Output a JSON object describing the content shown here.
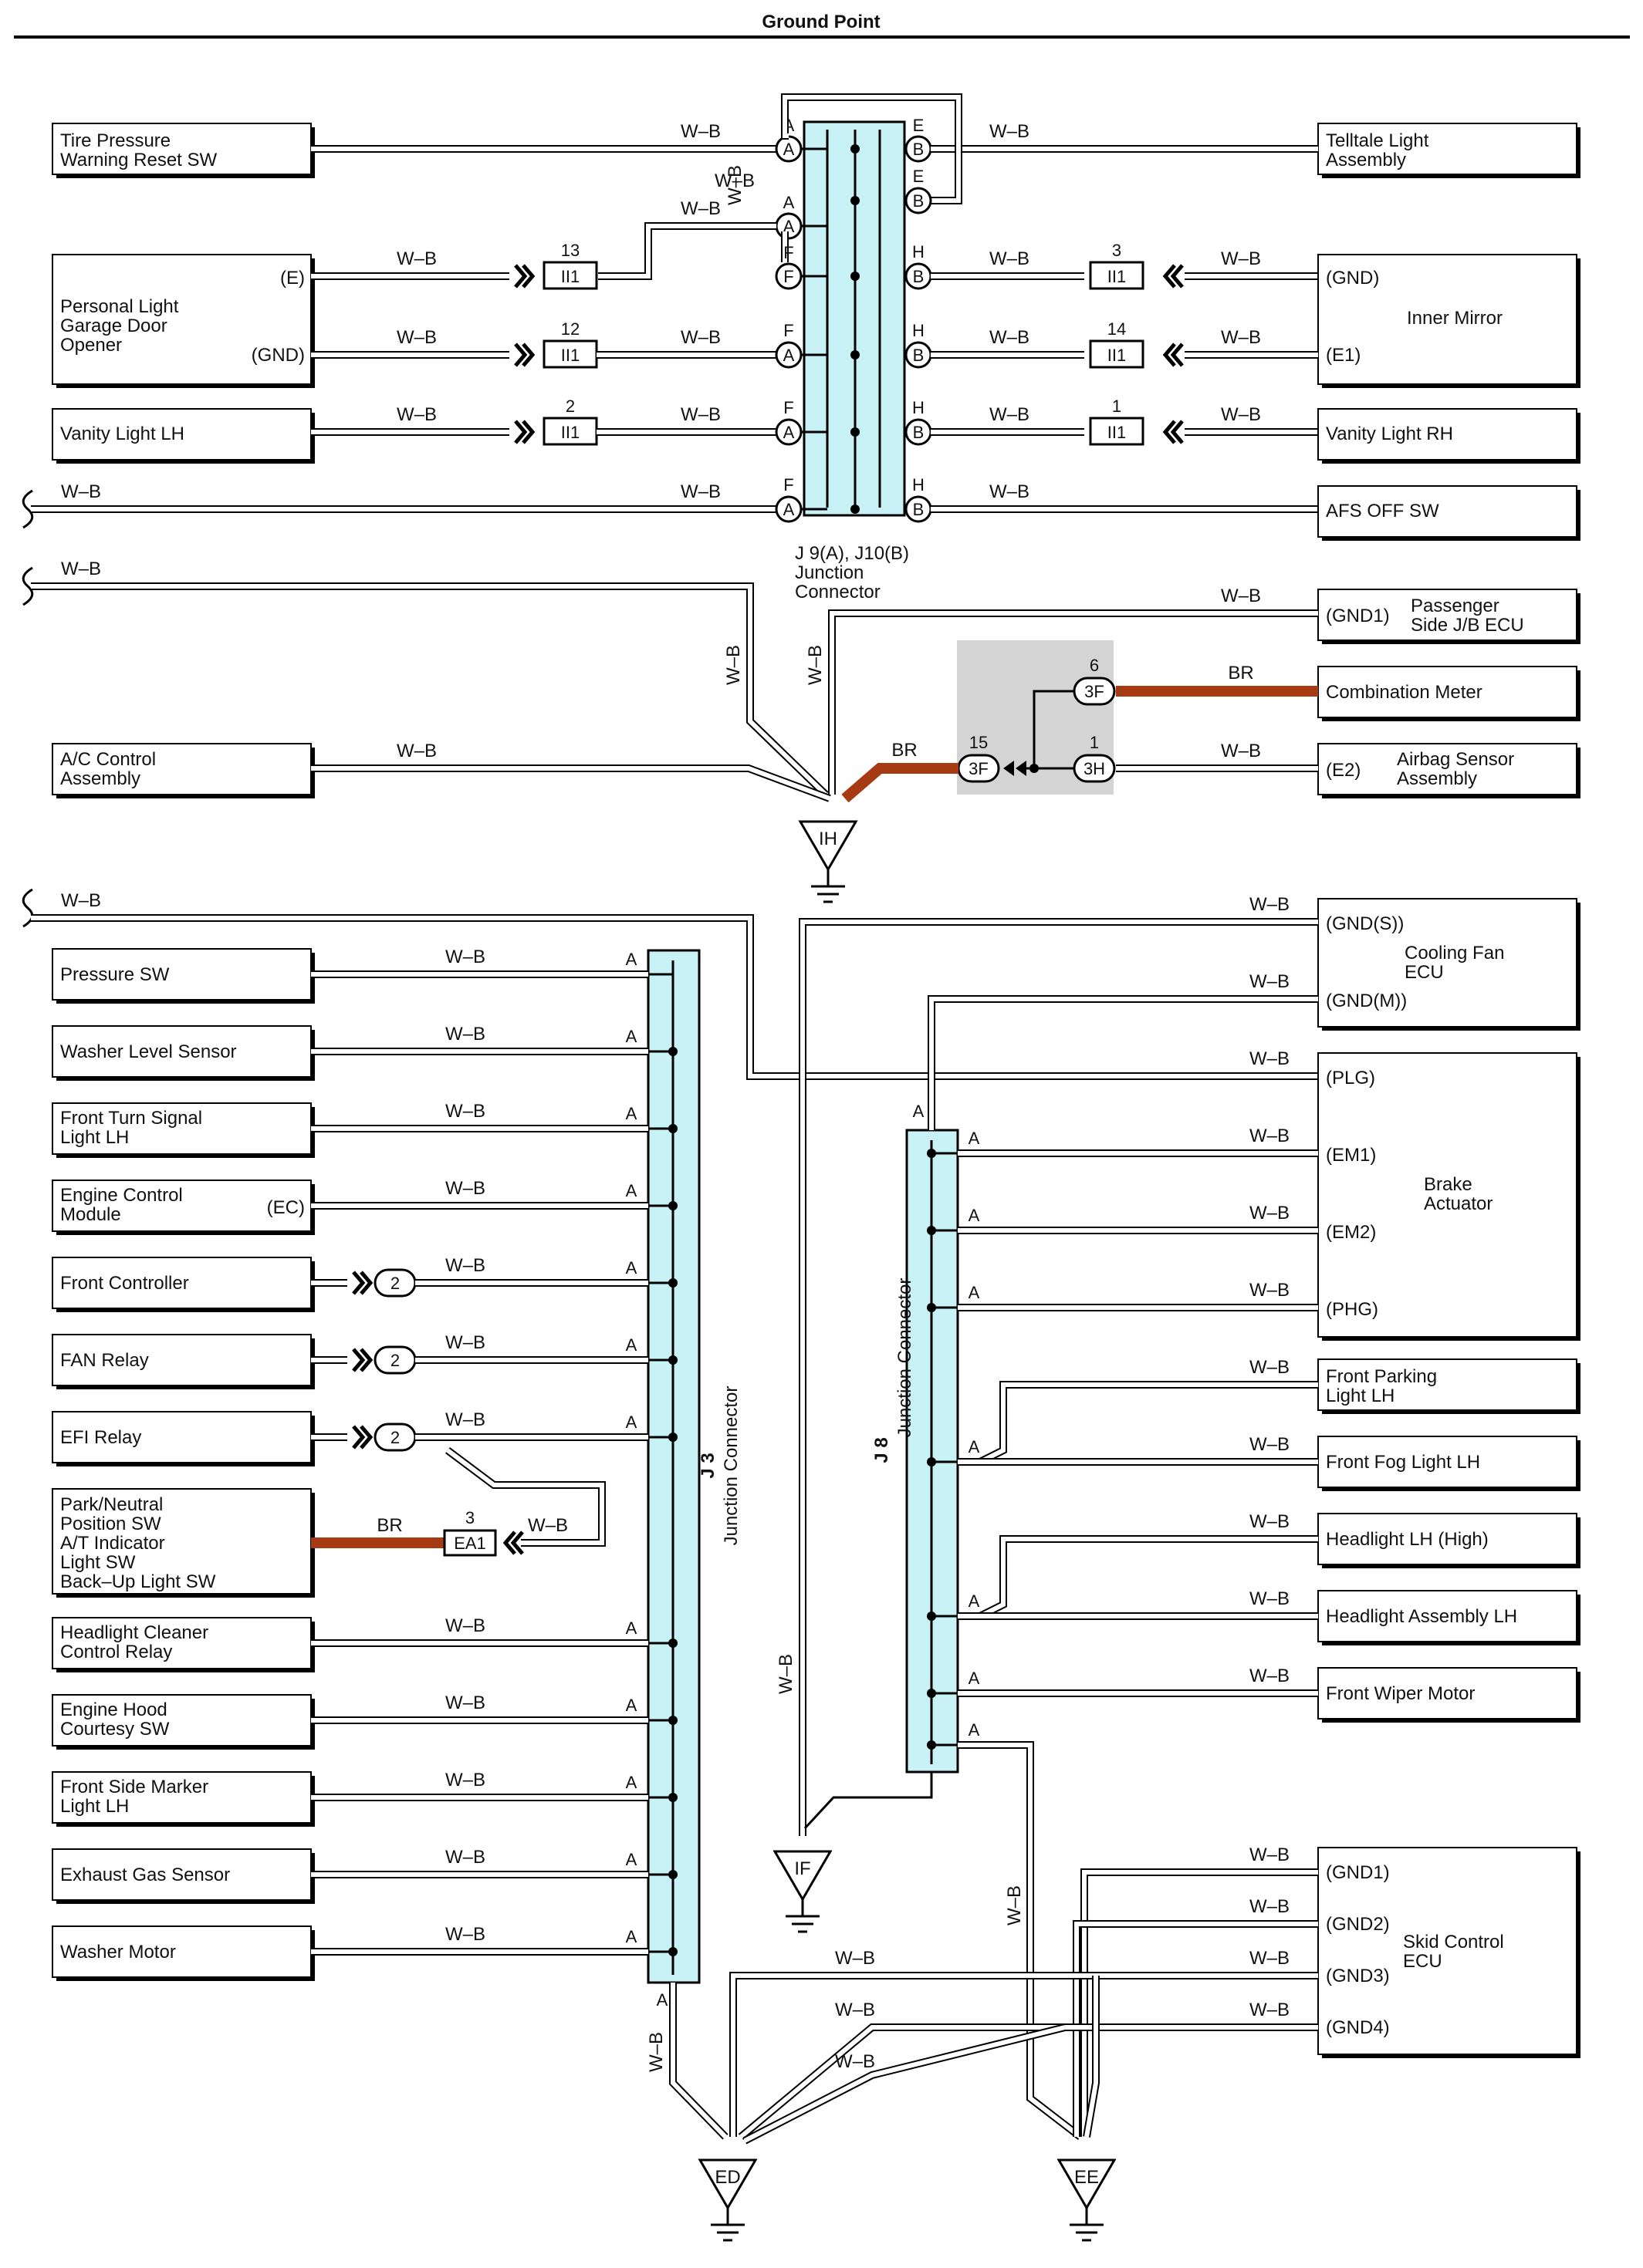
{
  "title": "Ground Point",
  "wire_colors": {
    "wb": "W–B",
    "br": "BR"
  },
  "colors": {
    "junction_fill": "#c8f2f6",
    "br_wire": "#a63a13",
    "splice_bg": "#d4d4d4"
  },
  "junction_labels": {
    "j9_j10": {
      "line1": "J 9(A), J10(B)",
      "line2": "Junction",
      "line3": "Connector"
    },
    "j3": {
      "id": "J 3",
      "name": "Junction Connector"
    },
    "j8": {
      "id": "J 8",
      "name": "Junction Connector"
    }
  },
  "pins": {
    "A": "A",
    "B": "B",
    "E": "E",
    "F": "F",
    "H": "H"
  },
  "grounds": {
    "ih": "IH",
    "if": "IF",
    "ed": "ED",
    "ee": "EE"
  },
  "connectors": {
    "ii1": "II1",
    "ea1": "EA1",
    "c3f": "3F",
    "c3h": "3H",
    "c2": "2",
    "n13": "13",
    "n12": "12",
    "n2": "2",
    "n3": "3",
    "n14": "14",
    "n1": "1",
    "n6": "6",
    "n15": "15",
    "n3b": "3"
  },
  "components": {
    "tire_pressure": [
      "Tire Pressure",
      "Warning Reset SW"
    ],
    "telltale": [
      "Telltale Light",
      "Assembly"
    ],
    "personal_light": [
      "Personal Light",
      "Garage Door",
      "Opener"
    ],
    "personal_light_e": "(E)",
    "personal_light_gnd": "(GND)",
    "inner_mirror": "Inner Mirror",
    "inner_mirror_gnd": "(GND)",
    "inner_mirror_e1": "(E1)",
    "vanity_lh": "Vanity Light LH",
    "vanity_rh": "Vanity Light RH",
    "afs_off": "AFS OFF SW",
    "passenger_jb": [
      "Passenger",
      "Side J/B ECU"
    ],
    "passenger_jb_gnd1": "(GND1)",
    "combination_meter": "Combination Meter",
    "ac_control": [
      "A/C Control",
      "Assembly"
    ],
    "airbag_sensor": [
      "Airbag Sensor",
      "Assembly"
    ],
    "airbag_e2": "(E2)",
    "pressure_sw": "Pressure SW",
    "washer_level": "Washer Level Sensor",
    "front_turn": [
      "Front Turn Signal",
      "Light LH"
    ],
    "ecm": [
      "Engine Control",
      "Module"
    ],
    "ecm_ec": "(EC)",
    "front_controller": "Front Controller",
    "fan_relay": "FAN Relay",
    "efi_relay": "EFI Relay",
    "park_neutral": [
      "Park/Neutral",
      "Position SW",
      "A/T Indicator",
      "Light SW",
      "Back–Up Light SW"
    ],
    "headlight_cleaner": [
      "Headlight Cleaner",
      "Control Relay"
    ],
    "engine_hood": [
      "Engine Hood",
      "Courtesy SW"
    ],
    "front_side_marker": [
      "Front Side Marker",
      "Light LH"
    ],
    "exhaust_gas": "Exhaust Gas Sensor",
    "washer_motor": "Washer Motor",
    "cooling_fan": [
      "Cooling Fan",
      "ECU"
    ],
    "cooling_fan_gnds": "(GND(S))",
    "cooling_fan_gndm": "(GND(M))",
    "brake_actuator": [
      "Brake",
      "Actuator"
    ],
    "brake_plg": "(PLG)",
    "brake_em1": "(EM1)",
    "brake_em2": "(EM2)",
    "brake_phg": "(PHG)",
    "front_parking": [
      "Front Parking",
      "Light LH"
    ],
    "front_fog": "Front Fog Light LH",
    "headlight_high": "Headlight LH (High)",
    "headlight_assy": "Headlight Assembly LH",
    "front_wiper": "Front Wiper Motor",
    "skid_control": [
      "Skid Control",
      "ECU"
    ],
    "skid_gnd1": "(GND1)",
    "skid_gnd2": "(GND2)",
    "skid_gnd3": "(GND3)",
    "skid_gnd4": "(GND4)"
  }
}
